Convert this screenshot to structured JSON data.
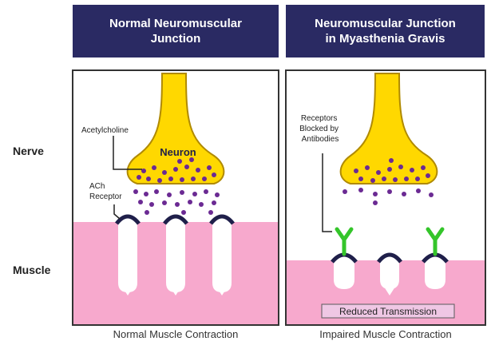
{
  "headers": {
    "left": "Normal Neuromuscular\nJunction",
    "right": "Neuromuscular Junction\nin Myasthenia Gravis"
  },
  "side_labels": {
    "nerve": "Nerve",
    "muscle": "Muscle"
  },
  "left_panel": {
    "neuron_label": "Neuron",
    "ach_label": "Acetylcholine",
    "receptor_label": "ACh\nReceptor",
    "caption": "Normal Muscle Contraction"
  },
  "right_panel": {
    "blocked_label": "Receptors\nBlocked by\nAntibodies",
    "transmission_label": "Reduced Transmission",
    "caption": "Impaired Muscle Contraction"
  },
  "colors": {
    "header_bg": "#2a2a63",
    "neuron": "#ffd800",
    "neuron_outline": "#b08a00",
    "muscle": "#f7a9cd",
    "vesicle": "#6b2a93",
    "receptor": "#1f1f4a",
    "antibody": "#34c52a",
    "transmission_box": "#efc7e4"
  },
  "icons": [
    "down-arrow-icon",
    "antibody-icon",
    "receptor-icon"
  ]
}
